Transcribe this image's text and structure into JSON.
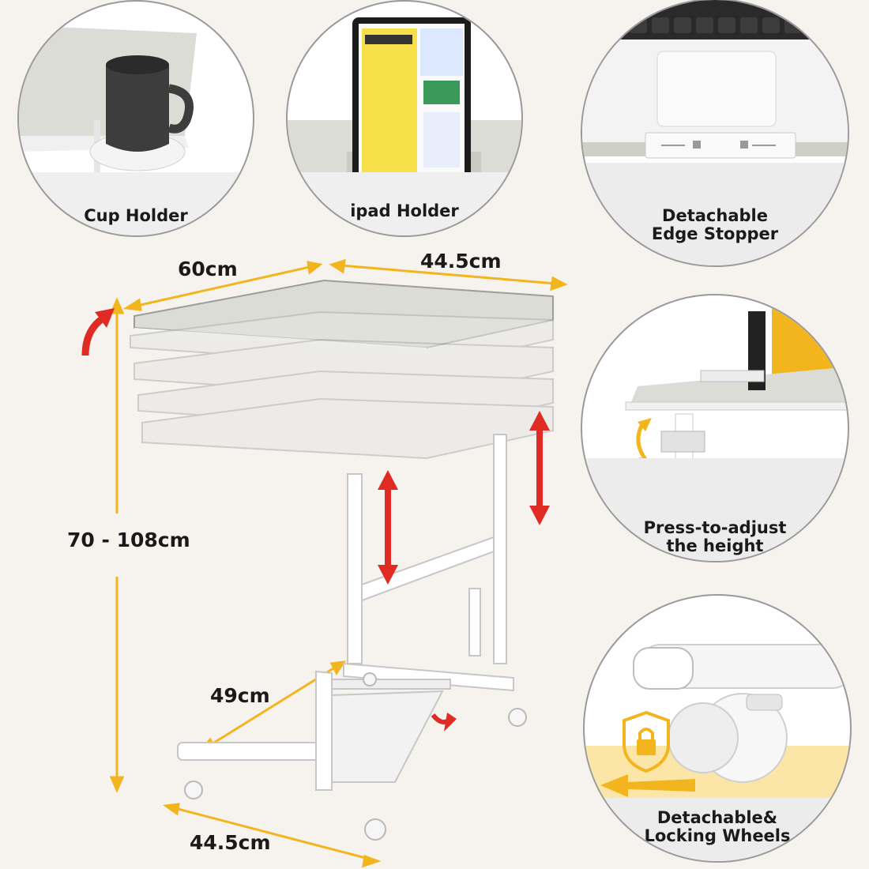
{
  "features": {
    "cup_holder": {
      "label": "Cup Holder"
    },
    "ipad_holder": {
      "label": "ipad Holder"
    },
    "edge_stopper": {
      "line1": "Detachable",
      "line2": "Edge Stopper"
    },
    "press_adjust": {
      "line1": "Press-to-adjust",
      "line2": "the height"
    },
    "wheels": {
      "line1": "Detachable&",
      "line2": "Locking Wheels"
    }
  },
  "dimensions": {
    "top_width": "60cm",
    "top_depth": "44.5cm",
    "height_range": "70 - 108cm",
    "base_depth": "49cm",
    "base_width": "44.5cm"
  },
  "colors": {
    "accent_yellow": "#f2b51d",
    "arrow_red": "#e02a24",
    "wood": "#dcdcd6",
    "frame": "#ffffff",
    "background": "#f6f3ee"
  },
  "icons": [
    "lock-shield-icon",
    "arrow-left-icon",
    "height-arrow-icon",
    "rotate-arrow-icon"
  ]
}
